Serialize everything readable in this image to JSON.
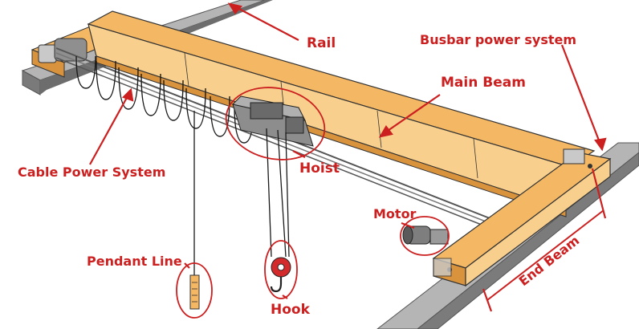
{
  "labels": {
    "rail": "Rail",
    "busbar": "Busbar power system",
    "main_beam": "Main Beam",
    "cable_power": "Cable Power System",
    "hoist": "Hoist",
    "motor": "Motor",
    "end_beam": "End Beam",
    "pendant_line": "Pendant Line",
    "hook": "Hook"
  },
  "colors": {
    "accent": "#cc1f1f",
    "beam": "#f4b763",
    "beam_light": "#f8cf8c",
    "beam_dark": "#d9933d",
    "rail": "#9a9a9a",
    "rail_dark": "#5f5f5f",
    "cable": "#1a1a1a",
    "hook": "#d32b2b"
  }
}
